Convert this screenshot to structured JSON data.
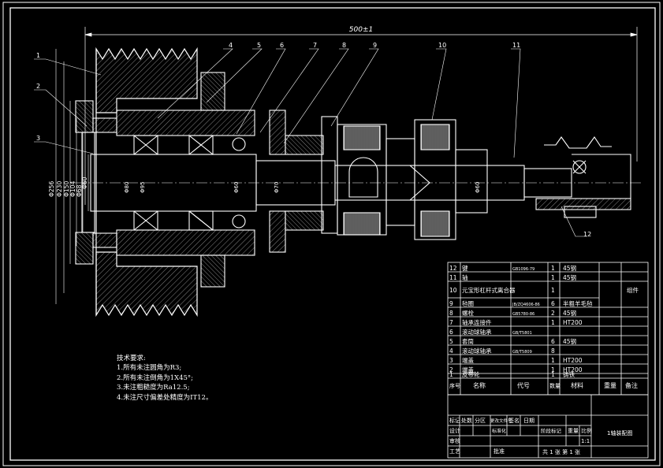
{
  "dimension_top": "500±1",
  "diameters": [
    "Φ256",
    "Φ230",
    "Φ150",
    "Φ104",
    "Φ68",
    "Φ60",
    "Φ80",
    "Φ95",
    "Φ60",
    "Φ70",
    "Φ60"
  ],
  "callouts": [
    "1",
    "2",
    "3",
    "4",
    "5",
    "6",
    "7",
    "8",
    "9",
    "10",
    "11",
    "12"
  ],
  "notes": {
    "title": "技术要求:",
    "items": [
      "1.所有未注圆角为R3;",
      "2.所有未注倒角为1X45°;",
      "3.未注粗糙度为Ra12.5;",
      "4.未注尺寸偏差处精度为IT12。"
    ]
  },
  "bom": {
    "rows": [
      {
        "no": "12",
        "name": "键",
        "code": "GB1096-79",
        "qty": "1",
        "material": "45钢",
        "note": ""
      },
      {
        "no": "11",
        "name": "轴",
        "code": "",
        "qty": "1",
        "material": "45钢",
        "note": ""
      },
      {
        "no": "10",
        "name": "元宝形杠杆式离合器",
        "code": "",
        "qty": "1",
        "material": "",
        "note": "组件"
      },
      {
        "no": "9",
        "name": "毡圈",
        "code": "JB/ZQ4606-86",
        "qty": "6",
        "material": "半粗羊毛毡",
        "note": ""
      },
      {
        "no": "8",
        "name": "螺栓",
        "code": "GB5780-86",
        "qty": "2",
        "material": "45钢",
        "note": ""
      },
      {
        "no": "7",
        "name": "轴承连接件",
        "code": "",
        "qty": "1",
        "material": "HT200",
        "note": ""
      },
      {
        "no": "6",
        "name": "滚动球轴承",
        "code": "GB/T5801",
        "qty": "",
        "material": "",
        "note": ""
      },
      {
        "no": "5",
        "name": "套筒",
        "code": "",
        "qty": "6",
        "material": "45钢",
        "note": ""
      },
      {
        "no": "4",
        "name": "滚动球轴承",
        "code": "GB/T5809",
        "qty": "8",
        "material": "",
        "note": ""
      },
      {
        "no": "3",
        "name": "端盖",
        "code": "",
        "qty": "1",
        "material": "HT200",
        "note": ""
      },
      {
        "no": "2",
        "name": "端盖",
        "code": "",
        "qty": "1",
        "material": "HT200",
        "note": ""
      },
      {
        "no": "1",
        "name": "皮带轮",
        "code": "",
        "qty": "1",
        "material": "铸铁",
        "note": ""
      }
    ],
    "header": {
      "no": "序号",
      "name": "名称",
      "code": "代号",
      "qty": "数量",
      "material": "材料",
      "weight": "重量",
      "note": "备注"
    }
  },
  "title_block": {
    "cells": [
      "标记",
      "处数",
      "分区",
      "更改文件号",
      "签名",
      "日期",
      "设计",
      "标准化",
      "阶段标记",
      "重量",
      "比例",
      "审核",
      "工艺",
      "批准"
    ],
    "scale": "1:1",
    "sheet": "共 1 张  第 1 张",
    "drawing_title": "1轴装配图"
  }
}
